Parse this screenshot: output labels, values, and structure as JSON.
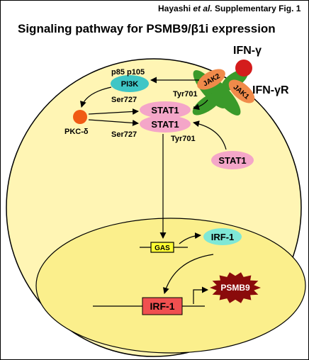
{
  "figure": {
    "caption_author": "Hayashi ",
    "caption_etal": "et al.",
    "caption_rest": " Supplementary Fig. 1",
    "title": "Signaling pathway for PSMB9/β1i expression"
  },
  "nodes": {
    "ifn_gamma": "IFN-γ",
    "ifn_gamma_r": "IFN-γR",
    "jak2": "JAK2",
    "jak1": "JAK1",
    "pi3k": "PI3K",
    "p85_p105": "p85 p105",
    "pkc_delta": "PKC-δ",
    "stat1_top": "STAT1",
    "stat1_bottom": "STAT1",
    "stat1_free": "STAT1",
    "ser727_top": "Ser727",
    "ser727_bottom": "Ser727",
    "tyr701_top": "Tyr701",
    "tyr701_bottom": "Tyr701",
    "gas": "GAS",
    "irf1_protein": "IRF-1",
    "irf1_gene": "IRF-1",
    "psmb9": "PSMB9"
  },
  "colors": {
    "cell": "#fff5b4",
    "nucleus": "#fbef8c",
    "stat1": "#f4a6c8",
    "pi3k": "#3fc6c6",
    "irf1_protein": "#7fe8d6",
    "jak": "#f08a4a",
    "receptor": "#3a9a2a",
    "ifn": "#d41c1c",
    "pkc": "#f05a14",
    "gas": "#ffff33",
    "irf1_gene": "#f05050",
    "psmb9": "#8a0b0b"
  }
}
